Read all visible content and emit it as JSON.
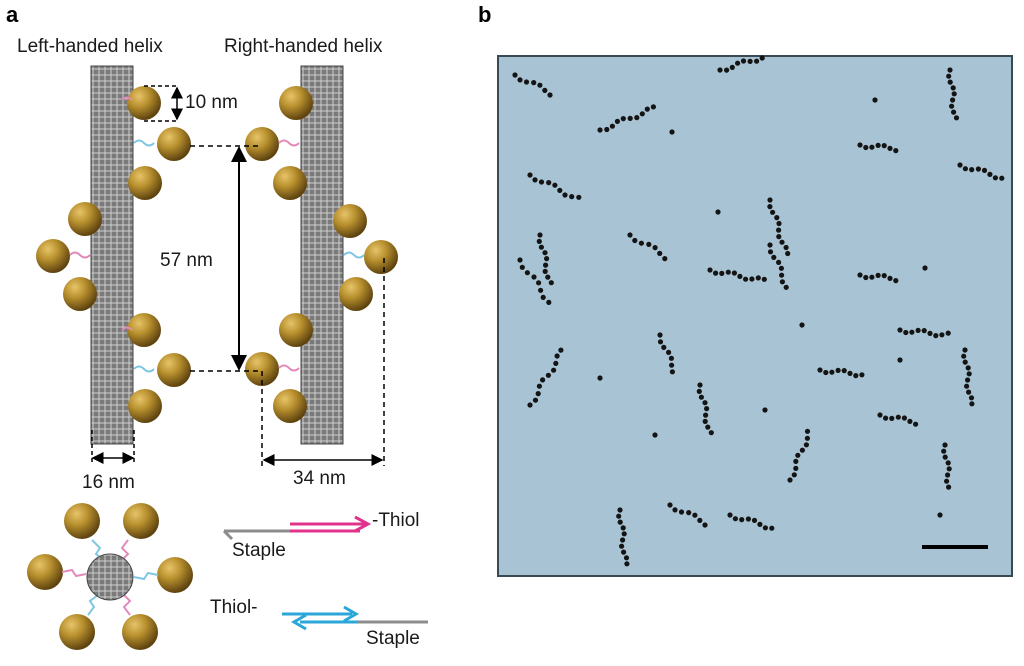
{
  "panel_a": {
    "letter": "a",
    "left_title": "Left-handed helix",
    "right_title": "Right-handed helix",
    "dim_pitch": "10 nm",
    "dim_length": "57 nm",
    "dim_width_rod": "16 nm",
    "dim_width_helix": "34 nm",
    "thiol_right": "-Thiol",
    "staple_top": "Staple",
    "thiol_left": "Thiol-",
    "staple_bottom": "Staple",
    "colors": {
      "gold": "#a27c22",
      "pink": "#e0338c",
      "cyan": "#2aa6d8",
      "staple": "#8c8c8c"
    }
  },
  "panel_b": {
    "letter": "b",
    "image_bg": "#a8c3d3"
  }
}
